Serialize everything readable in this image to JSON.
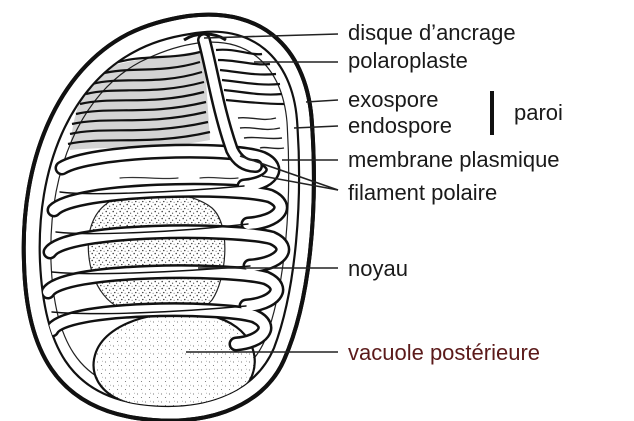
{
  "diagram": {
    "labels": {
      "anchor_disc": "disque d’ancrage",
      "polaroplast": "polaroplaste",
      "exospore": "exospore",
      "endospore": "endospore",
      "wall": "paroi",
      "plasma_membrane": "membrane plasmique",
      "polar_filament": "filament polaire",
      "nucleus": "noyau",
      "posterior_vacuole": "vacuole postérieure"
    },
    "colors": {
      "ink": "#1a1a1a",
      "posterior_vacuole_label": "#5b1a1a",
      "background": "#ffffff"
    }
  }
}
